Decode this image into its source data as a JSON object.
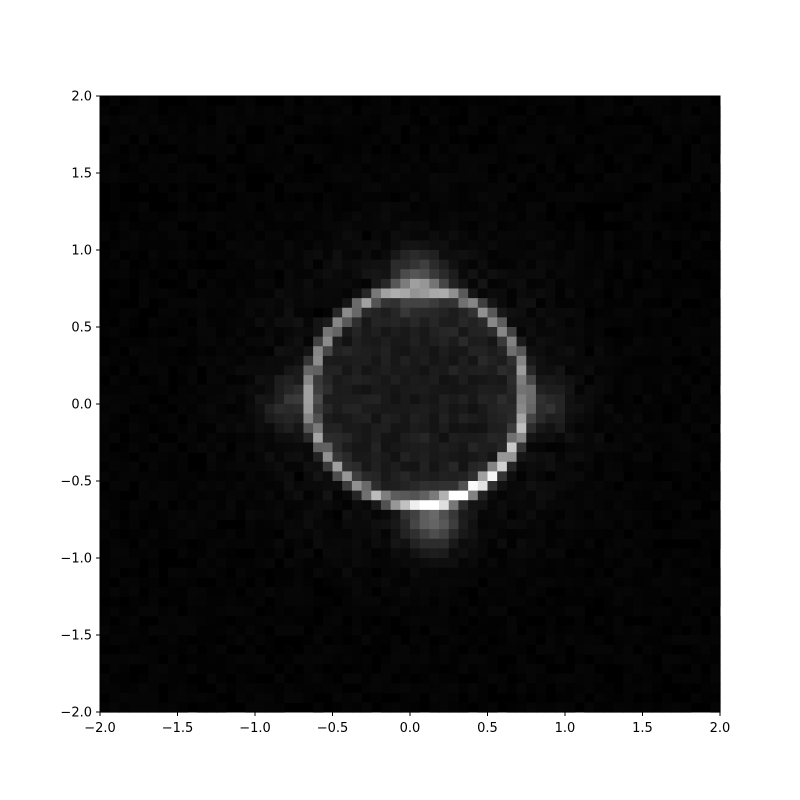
{
  "chart_data": {
    "type": "heatmap",
    "title": "",
    "xlabel": "",
    "ylabel": "",
    "xlim": [
      -2.0,
      2.0
    ],
    "ylim": [
      -2.0,
      2.0
    ],
    "grid": false,
    "colormap": "gray",
    "colors": {
      "background": "#000000",
      "frame": "#000000"
    },
    "x_ticks": [
      {
        "value": -2.0,
        "label": "−2.0"
      },
      {
        "value": -1.5,
        "label": "−1.5"
      },
      {
        "value": -1.0,
        "label": "−1.0"
      },
      {
        "value": -0.5,
        "label": "−0.5"
      },
      {
        "value": 0.0,
        "label": "0.0"
      },
      {
        "value": 0.5,
        "label": "0.5"
      },
      {
        "value": 1.0,
        "label": "1.0"
      },
      {
        "value": 1.5,
        "label": "1.5"
      },
      {
        "value": 2.0,
        "label": "2.0"
      }
    ],
    "y_ticks": [
      {
        "value": 2.0,
        "label": "2.0"
      },
      {
        "value": 1.5,
        "label": "1.5"
      },
      {
        "value": 1.0,
        "label": "1.0"
      },
      {
        "value": 0.5,
        "label": "0.5"
      },
      {
        "value": 0.0,
        "label": "0.0"
      },
      {
        "value": -0.5,
        "label": "−0.5"
      },
      {
        "value": -1.0,
        "label": "−1.0"
      },
      {
        "value": -1.5,
        "label": "−1.5"
      },
      {
        "value": -2.0,
        "label": "−2.0"
      }
    ],
    "grid_resolution": 64,
    "ring": {
      "center": [
        0.05,
        0.05
      ],
      "radius": 0.7,
      "base_intensity": 0.5
    },
    "bright_arc": {
      "center_angle_deg": -62,
      "width_deg": 25,
      "peak_intensity": 1.0
    },
    "glow_spots": [
      {
        "x": 0.05,
        "y": 0.8,
        "intensity": 0.3
      },
      {
        "x": 0.15,
        "y": -0.75,
        "intensity": 0.35
      },
      {
        "x": -0.75,
        "y": 0.0,
        "intensity": 0.15
      },
      {
        "x": 0.85,
        "y": 0.0,
        "intensity": 0.15
      }
    ]
  }
}
